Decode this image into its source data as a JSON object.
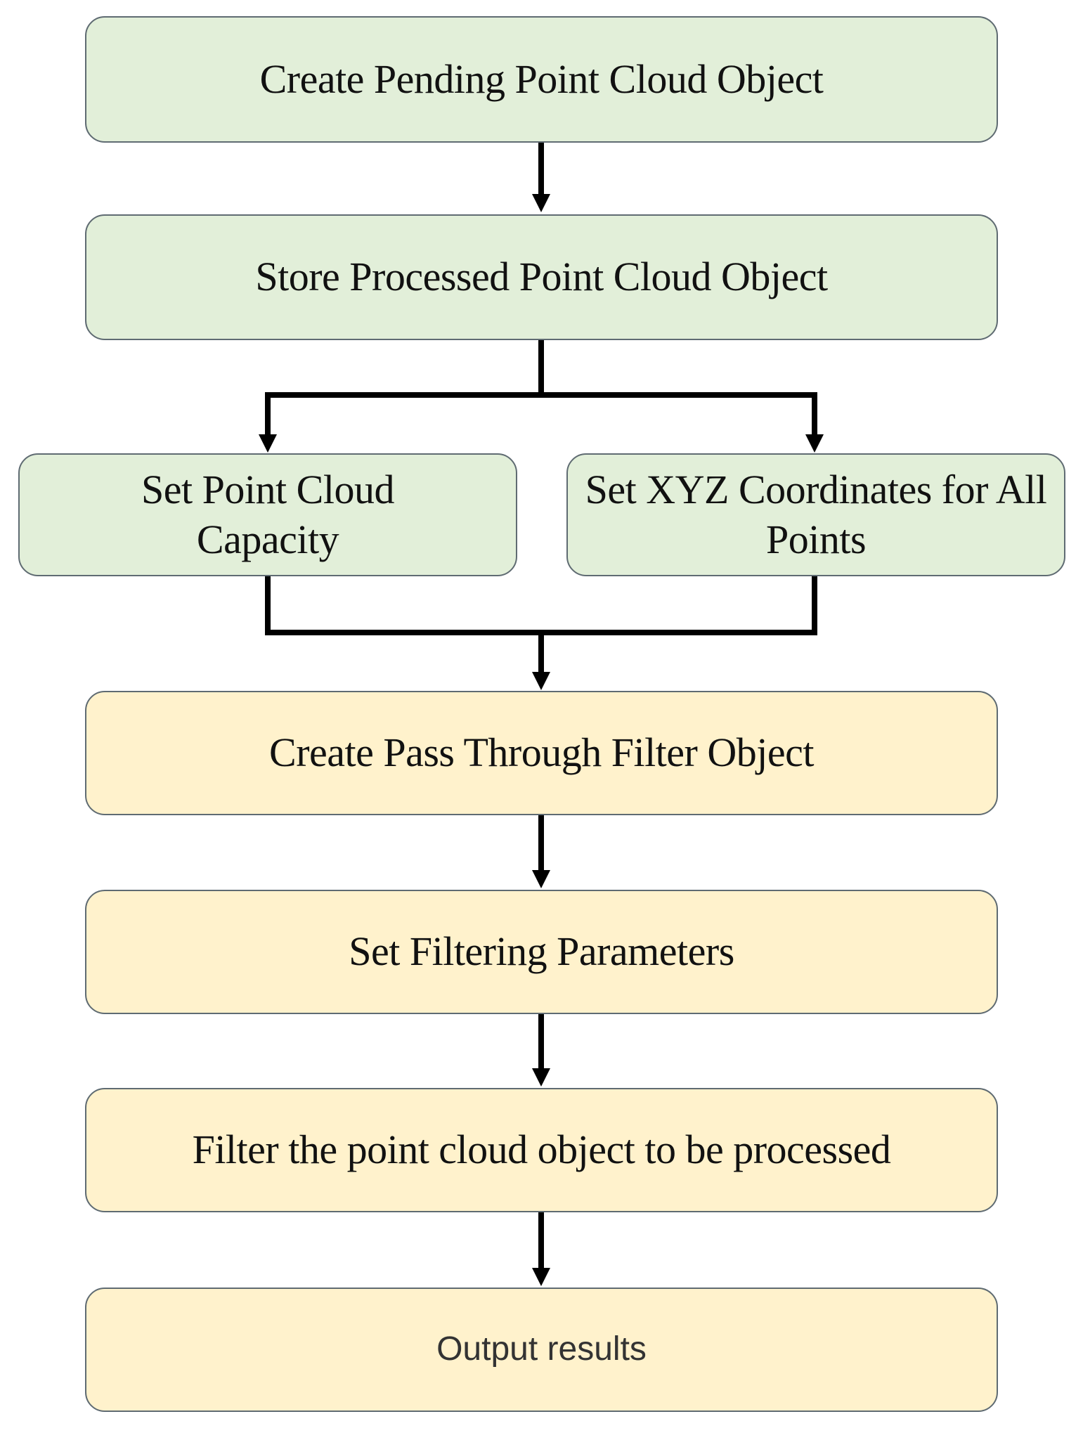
{
  "diagram": {
    "type": "flowchart",
    "colors": {
      "setup_fill": "#e2efd9",
      "filter_fill": "#fff2cc",
      "border": "#5f6b72",
      "connector": "#000000"
    },
    "steps": [
      {
        "id": "create_pending",
        "label": "Create Pending Point Cloud Object",
        "group": "setup"
      },
      {
        "id": "store_processed",
        "label": "Store Processed Point Cloud Object",
        "group": "setup"
      },
      {
        "id": "set_capacity",
        "label": "Set Point Cloud Capacity",
        "group": "setup"
      },
      {
        "id": "set_xyz",
        "label": "Set XYZ Coordinates for All Points",
        "group": "setup"
      },
      {
        "id": "create_filter",
        "label": "Create Pass Through Filter Object",
        "group": "filter"
      },
      {
        "id": "set_params",
        "label": "Set Filtering Parameters",
        "group": "filter"
      },
      {
        "id": "filter_cloud",
        "label": "Filter the point cloud object to be processed",
        "group": "filter"
      },
      {
        "id": "output",
        "label": "Output results",
        "group": "filter"
      }
    ],
    "edges": [
      {
        "from": "create_pending",
        "to": "store_processed"
      },
      {
        "from": "store_processed",
        "to": "set_capacity"
      },
      {
        "from": "store_processed",
        "to": "set_xyz"
      },
      {
        "from": "set_capacity",
        "to": "create_filter"
      },
      {
        "from": "set_xyz",
        "to": "create_filter"
      },
      {
        "from": "create_filter",
        "to": "set_params"
      },
      {
        "from": "set_params",
        "to": "filter_cloud"
      },
      {
        "from": "filter_cloud",
        "to": "output"
      }
    ]
  }
}
